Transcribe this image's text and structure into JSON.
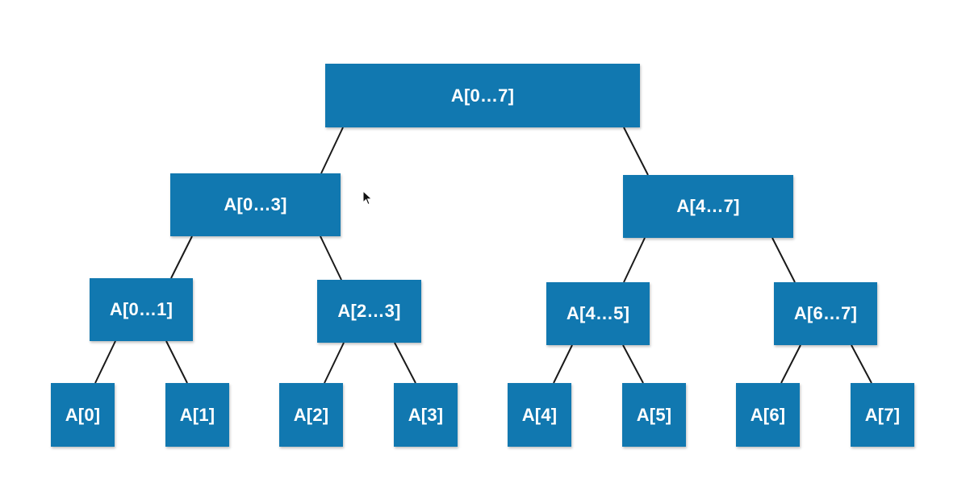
{
  "tree": {
    "root": {
      "label": "A[0…7]"
    },
    "level1": [
      {
        "label": "A[0…3]"
      },
      {
        "label": "A[4…7]"
      }
    ],
    "level2": [
      {
        "label": "A[0…1]"
      },
      {
        "label": "A[2…3]"
      },
      {
        "label": "A[4…5]"
      },
      {
        "label": "A[6…7]"
      }
    ],
    "leaves": [
      {
        "label": "A[0]"
      },
      {
        "label": "A[1]"
      },
      {
        "label": "A[2]"
      },
      {
        "label": "A[3]"
      },
      {
        "label": "A[4]"
      },
      {
        "label": "A[5]"
      },
      {
        "label": "A[6]"
      },
      {
        "label": "A[7]"
      }
    ]
  },
  "colors": {
    "node_fill": "#1178b0",
    "node_text": "#ffffff",
    "edge": "#1a1a1a"
  },
  "cursor": {
    "icon": "mouse-pointer-icon"
  }
}
